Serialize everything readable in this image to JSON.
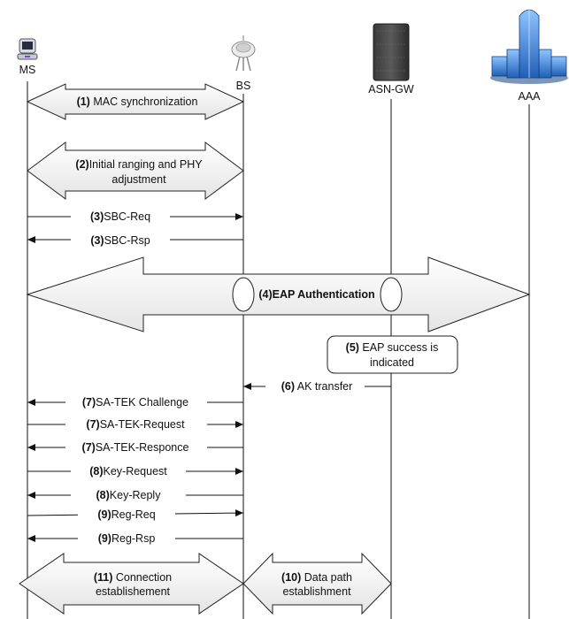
{
  "entities": {
    "ms": "MS",
    "bs": "BS",
    "asn": "ASN-GW",
    "aaa": "AAA"
  },
  "steps": {
    "s1": {
      "num": "(1)",
      "text": " MAC synchronization"
    },
    "s2": {
      "num": "(2)",
      "text": "Initial ranging and PHY",
      "text2": "adjustment"
    },
    "s3a": {
      "num": "(3)",
      "text": "SBC-Req"
    },
    "s3b": {
      "num": "(3)",
      "text": "SBC-Rsp"
    },
    "s4": {
      "num": "(4)",
      "text": "EAP Authentication"
    },
    "s5": {
      "num": "(5)",
      "text": " EAP success is",
      "text2": "indicated"
    },
    "s6": {
      "num": "(6)",
      "text": " AK transfer"
    },
    "s7a": {
      "num": "(7)",
      "text": "SA-TEK Challenge"
    },
    "s7b": {
      "num": "(7)",
      "text": "SA-TEK-Request"
    },
    "s7c": {
      "num": "(7)",
      "text": "SA-TEK-Responce"
    },
    "s8a": {
      "num": "(8)",
      "text": "Key-Request"
    },
    "s8b": {
      "num": "(8)",
      "text": "Key-Reply"
    },
    "s9a": {
      "num": "(9)",
      "text": "Reg-Req"
    },
    "s9b": {
      "num": "(9)",
      "text": "Reg-Rsp"
    },
    "s10": {
      "num": "(10)",
      "text": " Data path",
      "text2": "establishment"
    },
    "s11": {
      "num": "(11)",
      "text": " Connection",
      "text2": "establishement"
    }
  }
}
